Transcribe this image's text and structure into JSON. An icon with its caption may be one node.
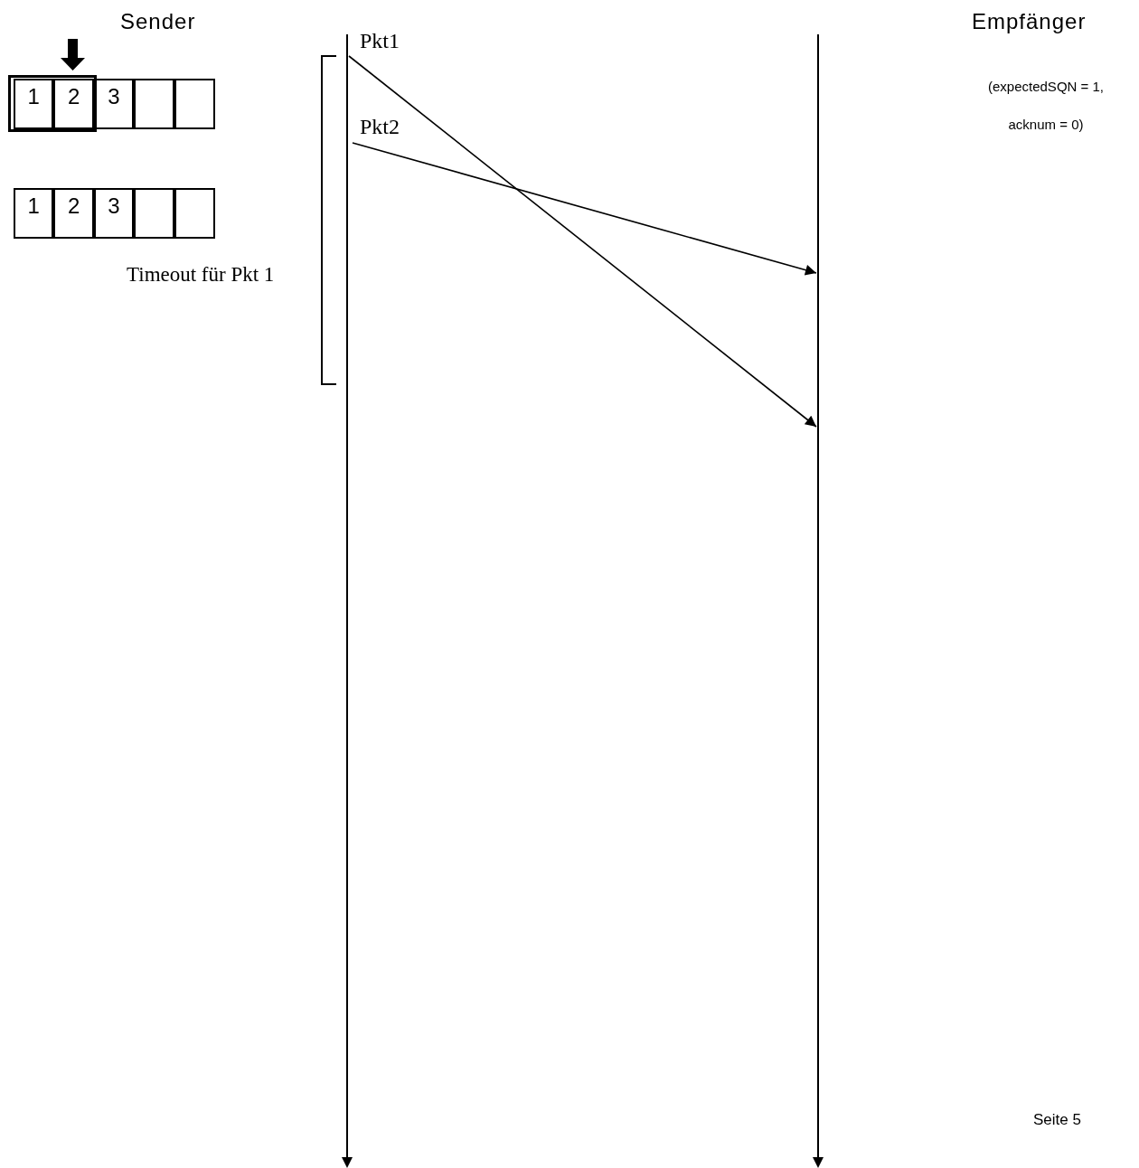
{
  "diagram": {
    "nodes": [
      {
        "text": [],
        "shape": "box"
      },
      {
        "text": [
          "1"
        ],
        "in": 0
      },
      {
        "text": [
          "2"
        ],
        "in": 0
      },
      {
        "text": [
          "3"
        ]
      },
      {
        "text": [],
        "shape": "box"
      },
      {
        "text": [],
        "shape": "box"
      },
      {
        "text": [
          "1"
        ]
      },
      {
        "text": [
          "2"
        ]
      },
      {
        "text": [
          "3"
        ]
      },
      {
        "text": [],
        "shape": "box"
      },
      {
        "text": [],
        "shape": "box"
      },
      {
        "text": [],
        "shape": "bar"
      },
      {
        "text": [],
        "shape": "bar"
      }
    ],
    "edges": [
      {
        "from": 11,
        "to": 12,
        "arrow": "to",
        "label": "Pkt1"
      },
      {
        "from": 11,
        "to": 12,
        "arrow": "to",
        "label": "Pkt2"
      }
    ],
    "labels": [
      "Sender",
      "Empfänger",
      "(expectedSQN = 1, acknum = 0)",
      "Timeout für Pkt 1",
      "Seite 5"
    ]
  }
}
